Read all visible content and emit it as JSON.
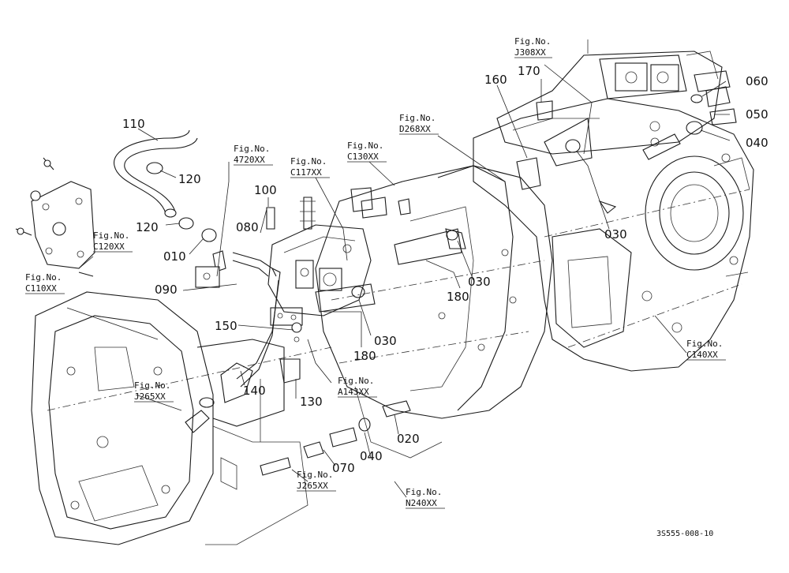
{
  "diagram": {
    "doc_code": "3S555-008-10",
    "fig_prefix": "Fig.No.",
    "part_labels": {
      "p110": "110",
      "p120a": "120",
      "p120b": "120",
      "p010": "010",
      "p080": "080",
      "p100": "100",
      "p090": "090",
      "p150": "150",
      "p140": "140",
      "p130": "130",
      "p180a": "180",
      "p030a": "030",
      "p180b": "180",
      "p030b": "030",
      "p030c": "030",
      "p160": "160",
      "p170": "170",
      "p060": "060",
      "p050": "050",
      "p040a": "040",
      "p040b": "040",
      "p070": "070",
      "p020": "020"
    },
    "fig_refs": {
      "j308": "J308XX",
      "d268": "D268XX",
      "c130": "C130XX",
      "c117": "C117XX",
      "f4720": "4720XX",
      "c120": "C120XX",
      "c110": "C110XX",
      "c140": "C140XX",
      "a143": "A143XX",
      "j265a": "J265XX",
      "j265b": "J265XX",
      "n240": "N240XX"
    }
  }
}
